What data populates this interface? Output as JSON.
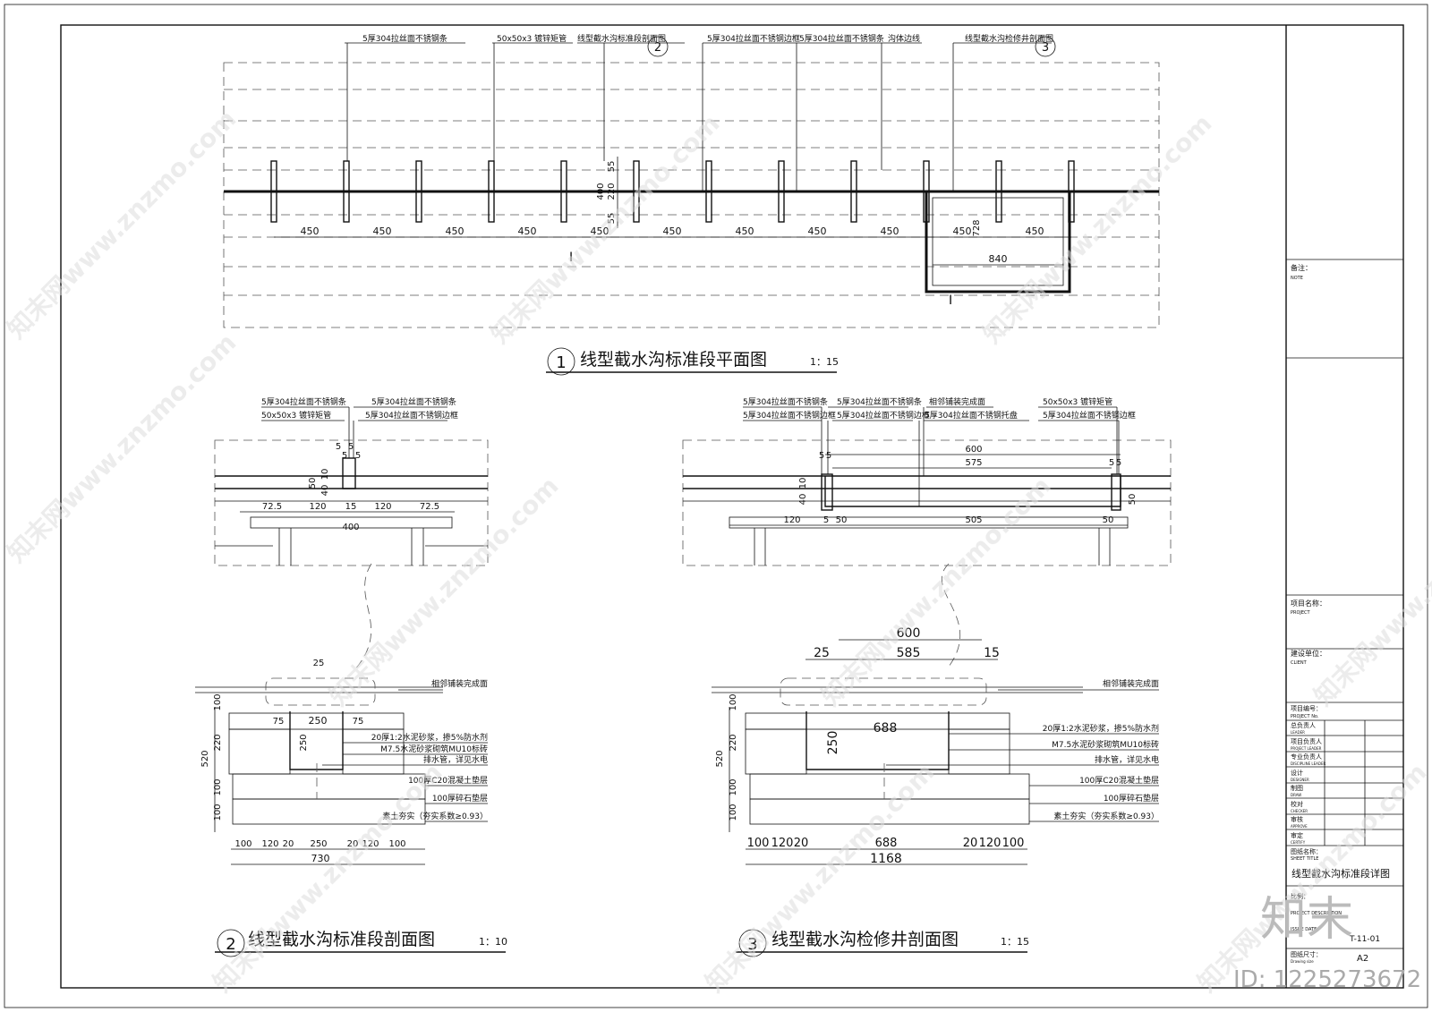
{
  "plan": {
    "callouts": [
      "5厚304拉丝面不锈钢条",
      "50x50x3  镀锌矩管",
      "线型截水沟标准段剖面图",
      "5厚304拉丝面不锈钢边框",
      "5厚304拉丝面不锈钢条",
      "沟体边线",
      "线型截水沟检修井剖面图"
    ],
    "callout_circle_2": "2",
    "callout_circle_3": "3",
    "dims_spacing": [
      "450",
      "450",
      "450",
      "450",
      "450",
      "450",
      "450",
      "450",
      "450",
      "450",
      "450"
    ],
    "dim_vertical": [
      "55",
      "220",
      "400",
      "55"
    ],
    "dim_728": "728",
    "dim_840": "840",
    "section_mark": "I",
    "title_num": "1",
    "title": "线型截水沟标准段平面图",
    "scale": "1：15"
  },
  "sec2_top": {
    "callouts_left": [
      "5厚304拉丝面不锈钢条",
      "50x50x3   镀锌矩管"
    ],
    "callouts_right": [
      "5厚304拉丝面不锈钢条",
      "5厚304拉丝面不锈钢边框"
    ],
    "dims": [
      "5",
      "5",
      "5",
      "5",
      "50",
      "10",
      "40",
      "72.5",
      "120",
      "15",
      "120",
      "72.5",
      "400"
    ]
  },
  "sec3_top": {
    "callouts": [
      "5厚304拉丝面不锈钢条",
      "5厚304拉丝面不锈钢边框",
      "5厚304拉丝面不锈钢条",
      "5厚304拉丝面不锈钢边框",
      "相邻铺装完成面",
      "5厚304拉丝面不锈钢托盘",
      "50x50x3  镀锌矩管",
      "5厚304拉丝面不锈钢边框"
    ],
    "dims": [
      "600",
      "575",
      "5",
      "5",
      "5",
      "5",
      "10",
      "40",
      "50",
      "120",
      "5",
      "50",
      "505",
      "50"
    ]
  },
  "sec2": {
    "dims_top": [
      "25"
    ],
    "dims_left": [
      "100",
      "220",
      "520",
      "100",
      "100"
    ],
    "dims_inner": [
      "250",
      "250",
      "75",
      "75"
    ],
    "dims_bottom": [
      "100",
      "120",
      "20",
      "250",
      "20",
      "120",
      "100"
    ],
    "dim_total": "730",
    "title_num": "2",
    "title": "线型截水沟标准段剖面图",
    "scale": "1：10"
  },
  "sec3": {
    "dims_top": [
      "600",
      "25",
      "585",
      "15"
    ],
    "dims_left": [
      "100",
      "220",
      "520",
      "100",
      "100"
    ],
    "dims_inner": [
      "688",
      "250"
    ],
    "dims_bottom": [
      "100",
      "120",
      "20",
      "688",
      "20",
      "120",
      "100"
    ],
    "dim_total": "1168",
    "title_num": "3",
    "title": "线型截水沟检修井剖面图",
    "scale": "1：15"
  },
  "layers": [
    "相邻铺装完成面",
    "20厚1:2水泥砂浆，掺5%防水剂",
    "M7.5水泥砂浆砌筑MU10标砖",
    "排水管，详见水电",
    "100厚C20混凝土垫层",
    "100厚碎石垫层",
    "素土夯实（夯实系数≥0.93）"
  ],
  "title_block": {
    "note_cn": "备注：",
    "note_en": "NOTE",
    "project_cn": "项目名称：",
    "project_en": "PROJECT",
    "client_cn": "建设单位：",
    "client_en": "CLIENT",
    "projno_cn": "项目编号：",
    "projno_en": "PROJECT No.",
    "rows": [
      {
        "cn": "总负责人",
        "en": "LEADER"
      },
      {
        "cn": "项目负责人",
        "en": "PROJECT LEADER"
      },
      {
        "cn": "专业负责人",
        "en": "DISCIPLINE LEADER"
      },
      {
        "cn": "设计",
        "en": "DESIGNER"
      },
      {
        "cn": "制图",
        "en": "DRAW"
      },
      {
        "cn": "校对",
        "en": "CHECKER"
      },
      {
        "cn": "审核",
        "en": "APPROVE"
      },
      {
        "cn": "审定",
        "en": "CERTIFY"
      }
    ],
    "sheet_title_cn": "图纸名称：",
    "sheet_title_en": "SHEET TITLE",
    "sheet_title": "线型截水沟标准段详图",
    "scale_cn": "比例：",
    "desc_en": "PROJECT DESCRIPTION",
    "date_en": "ISSUE DATE",
    "drawing_no": "T-11-01",
    "size_cn": "图纸尺寸：",
    "size_en": "Drawing size",
    "size": "A2"
  },
  "watermark": {
    "text": "知末网www.znzmo.com",
    "logo": "知末",
    "id": "ID: 1225273672"
  }
}
